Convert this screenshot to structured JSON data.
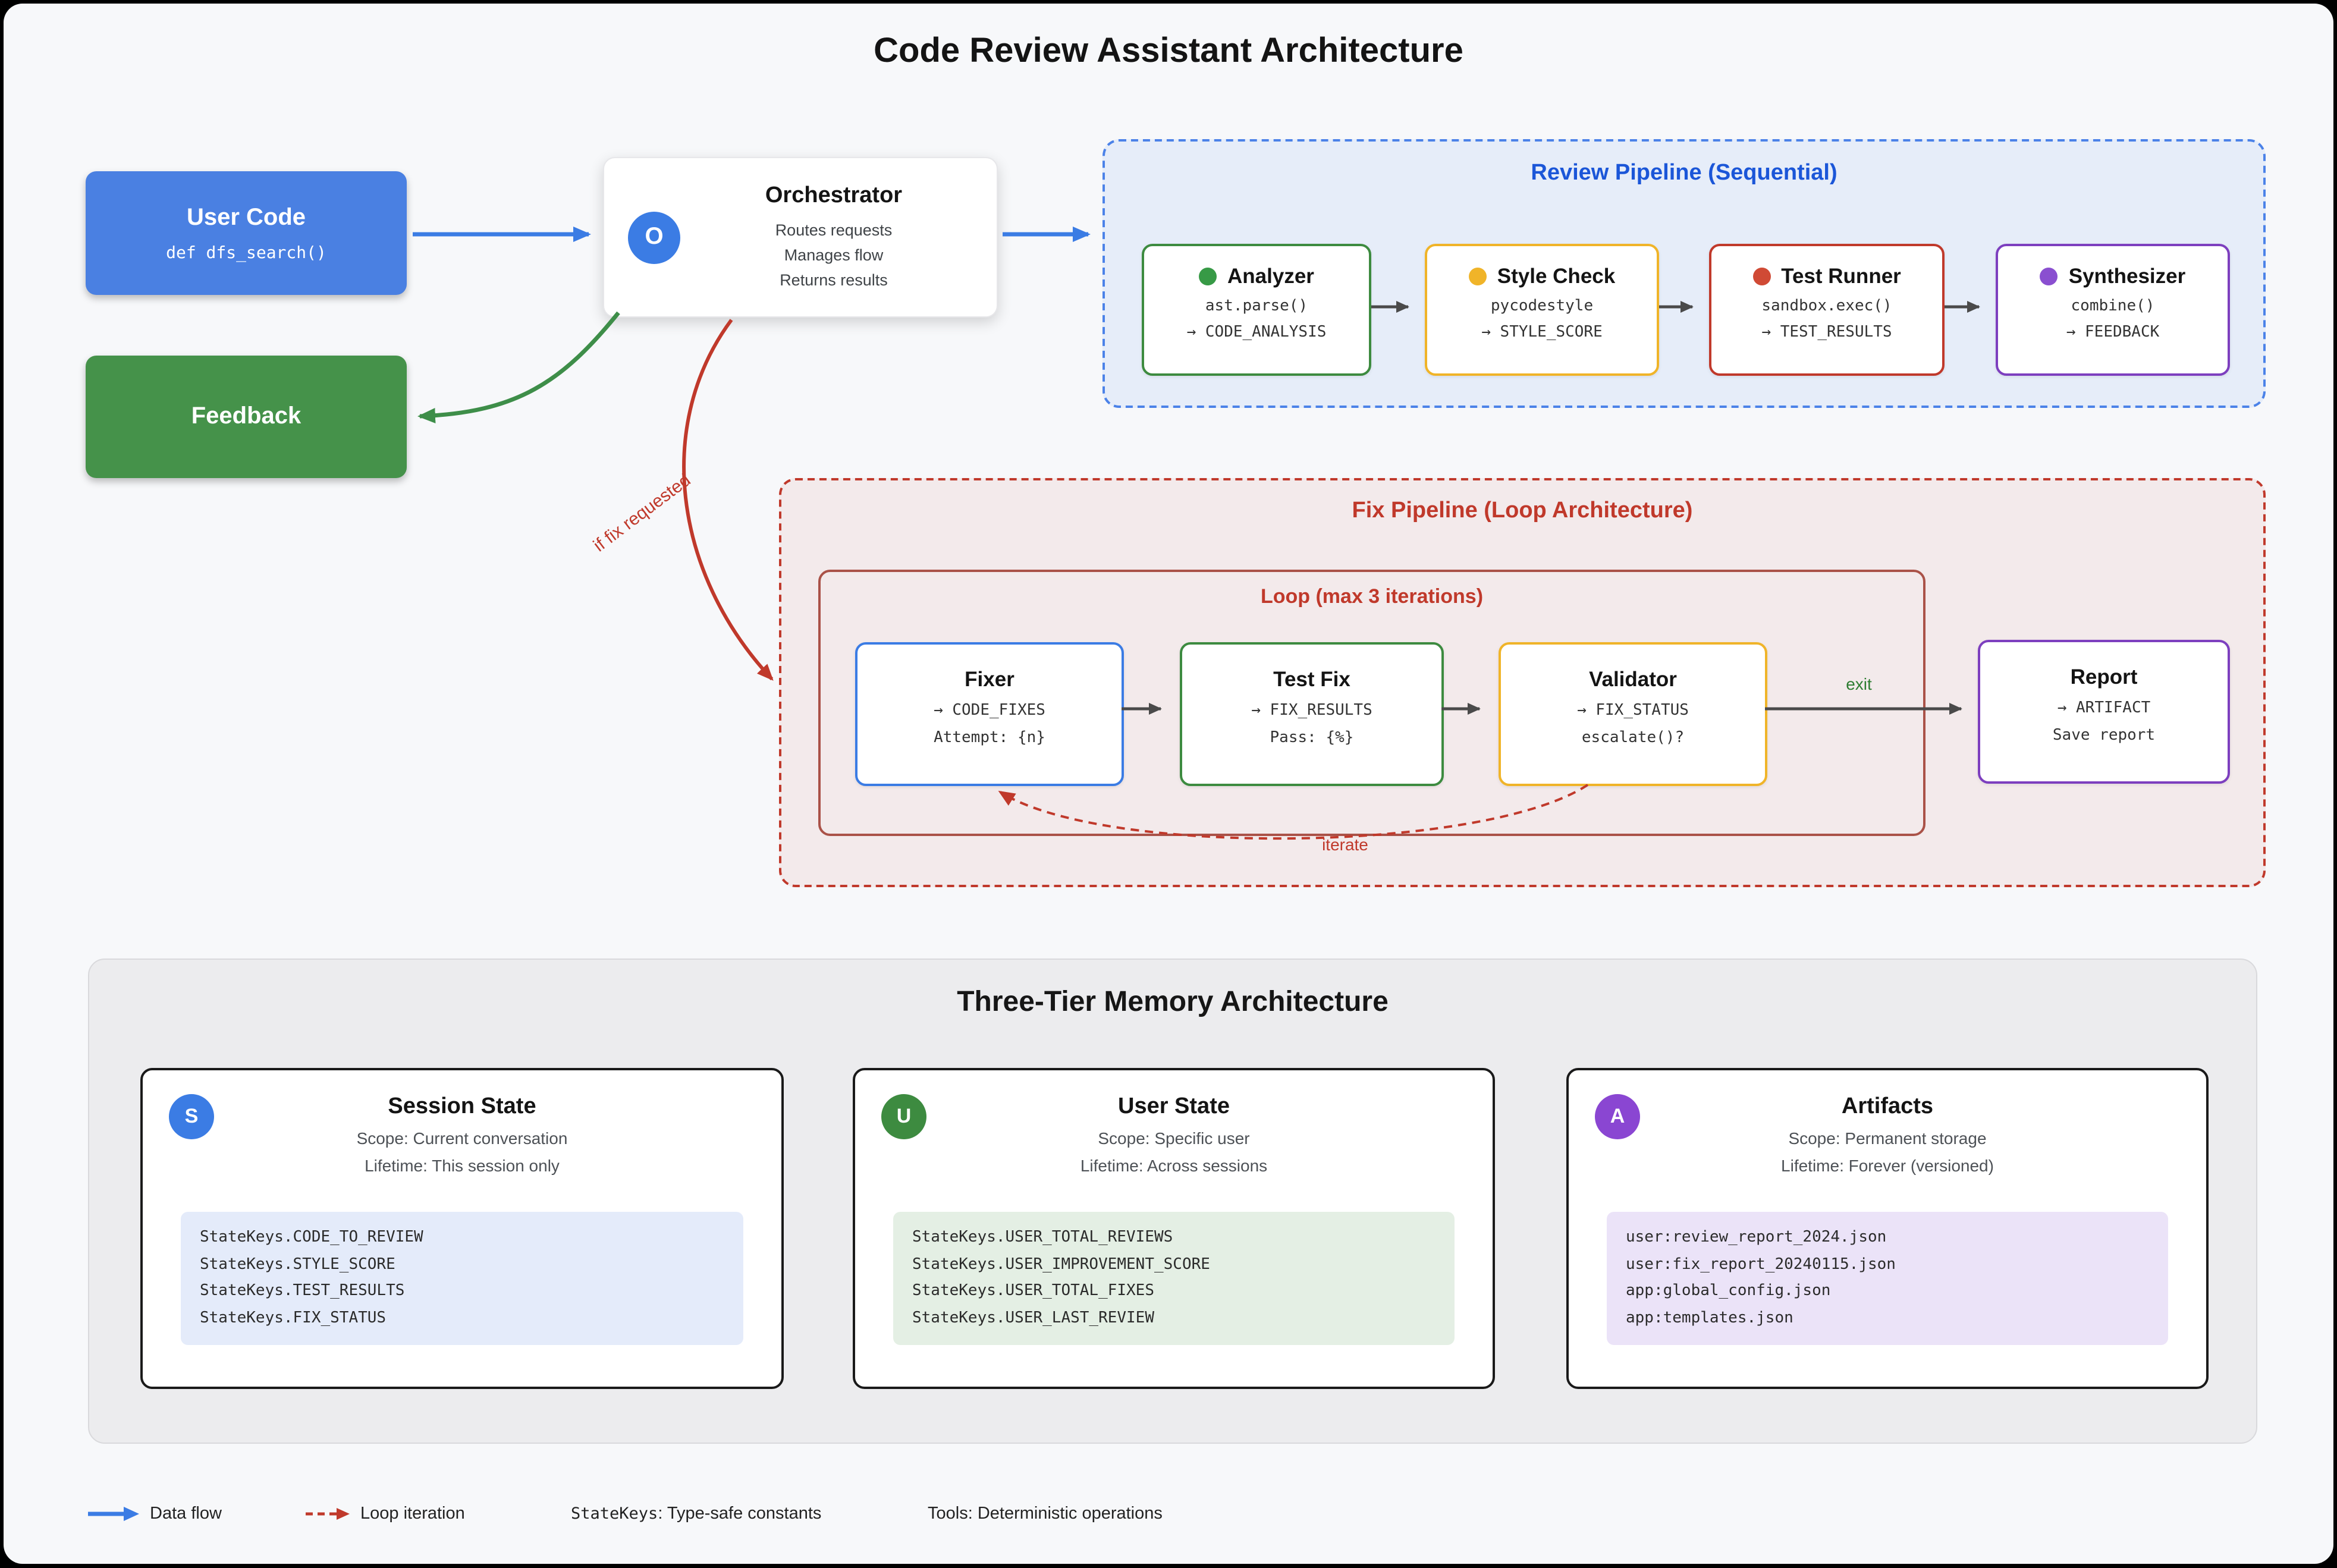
{
  "page": {
    "title": "Code Review Assistant Architecture"
  },
  "left": {
    "user_code": {
      "title": "User Code",
      "code": "def dfs_search()"
    },
    "feedback": {
      "title": "Feedback"
    }
  },
  "orchestrator": {
    "badge": "O",
    "title": "Orchestrator",
    "lines": [
      "Routes requests",
      "Manages flow",
      "Returns results"
    ]
  },
  "review_pipeline": {
    "title": "Review Pipeline (Sequential)",
    "nodes": [
      {
        "title": "Analyzer",
        "line1": "ast.parse()",
        "line2": "→ CODE_ANALYSIS",
        "accent": "#3d8b40"
      },
      {
        "title": "Style Check",
        "line1": "pycodestyle",
        "line2": "→ STYLE_SCORE",
        "accent": "#f0b429"
      },
      {
        "title": "Test Runner",
        "line1": "sandbox.exec()",
        "line2": "→ TEST_RESULTS",
        "accent": "#c0392b"
      },
      {
        "title": "Synthesizer",
        "line1": "combine()",
        "line2": "→ FEEDBACK",
        "accent": "#7d3fbf"
      }
    ]
  },
  "fix_pipeline": {
    "title": "Fix Pipeline (Loop Architecture)",
    "branch_label": "if fix requested",
    "loop": {
      "title": "Loop (max 3 iterations)",
      "iterate_label": "iterate",
      "nodes": [
        {
          "title": "Fixer",
          "line1": "→ CODE_FIXES",
          "line2": "Attempt: {n}",
          "accent": "#3b7ce4"
        },
        {
          "title": "Test Fix",
          "line1": "→ FIX_RESULTS",
          "line2": "Pass: {%}",
          "accent": "#3d8b40"
        },
        {
          "title": "Validator",
          "line1": "→ FIX_STATUS",
          "line2": "escalate()?",
          "accent": "#f0b429"
        }
      ]
    },
    "exit_label": "exit",
    "report": {
      "title": "Report",
      "line1": "→ ARTIFACT",
      "line2": "Save report",
      "accent": "#7d3fbf"
    }
  },
  "memory": {
    "title": "Three-Tier Memory Architecture",
    "cards": [
      {
        "badge": "S",
        "title": "Session State",
        "scope": "Scope: Current conversation",
        "lifetime": "Lifetime: This session only",
        "accent": "#3b7ce4",
        "items": [
          "StateKeys.CODE_TO_REVIEW",
          "StateKeys.STYLE_SCORE",
          "StateKeys.TEST_RESULTS",
          "StateKeys.FIX_STATUS"
        ]
      },
      {
        "badge": "U",
        "title": "User State",
        "scope": "Scope: Specific user",
        "lifetime": "Lifetime: Across sessions",
        "accent": "#3d8b40",
        "items": [
          "StateKeys.USER_TOTAL_REVIEWS",
          "StateKeys.USER_IMPROVEMENT_SCORE",
          "StateKeys.USER_TOTAL_FIXES",
          "StateKeys.USER_LAST_REVIEW"
        ]
      },
      {
        "badge": "A",
        "title": "Artifacts",
        "scope": "Scope: Permanent storage",
        "lifetime": "Lifetime: Forever (versioned)",
        "accent": "#8a46d2",
        "items": [
          "user:review_report_2024.json",
          "user:fix_report_20240115.json",
          "app:global_config.json",
          "app:templates.json"
        ]
      }
    ]
  },
  "legend": {
    "data_flow": "Data flow",
    "loop_iteration": "Loop iteration",
    "statekeys_mono": "StateKeys",
    "statekeys_rest": ": Type-safe constants",
    "tools": "Tools: Deterministic operations"
  },
  "colors": {
    "blue": "#3b7ce4",
    "green": "#3d8b40",
    "amber": "#f0b429",
    "red": "#c0392b",
    "purple": "#7d3fbf",
    "user_code_bg": "#4a80e2",
    "feedback_bg": "#45924a",
    "review_bg": "#e8eefc",
    "review_title": "#1b56d8",
    "fix_bg": "#f8eae7",
    "fix_title": "#c0392b",
    "exit_label": "#2e7d32",
    "memory_bg": "#ececee",
    "canvas_bg": "#f7f8fa"
  }
}
